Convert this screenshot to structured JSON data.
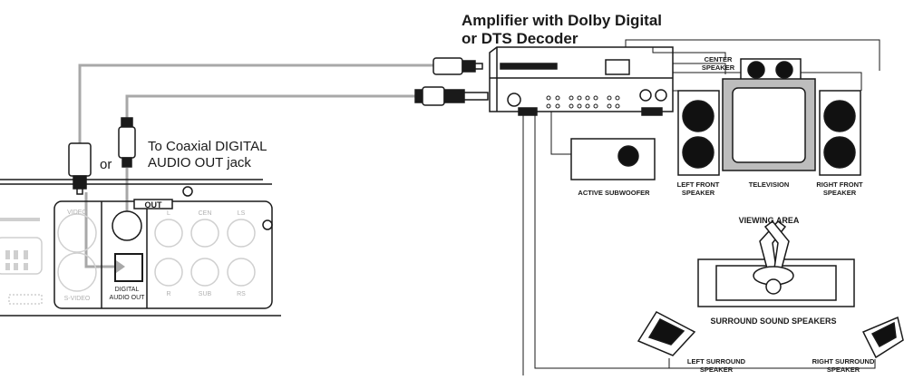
{
  "labels": {
    "amp_line1": "Amplifier with Dolby Digital",
    "amp_line2": "or DTS Decoder",
    "coax_line1": "To Coaxial DIGITAL",
    "coax_line2": "AUDIO OUT jack",
    "or": "or",
    "out": "OUT",
    "center_speaker_line1": "CENTER",
    "center_speaker_line2": "SPEAKER",
    "active_subwoofer": "ACTIVE SUBWOOFER",
    "left_front_line1": "LEFT FRONT",
    "left_front_line2": "SPEAKER",
    "television": "TELEVISION",
    "right_front_line1": "RIGHT FRONT",
    "right_front_line2": "SPEAKER",
    "viewing_area": "VIEWING AREA",
    "surround_speakers": "SURROUND SOUND SPEAKERS",
    "left_surround_line1": "LEFT SURROUND",
    "left_surround_line2": "SPEAKER",
    "right_surround_line1": "RIGHT SURROUND",
    "right_surround_line2": "SPEAKER"
  },
  "jack_labels": {
    "video": "VIDEO",
    "svideo": "S-VIDEO",
    "digital_line1": "DIGITAL",
    "digital_line2": "AUDIO OUT",
    "l": "L",
    "cen": "CEN",
    "ls": "LS",
    "r": "R",
    "sub": "SUB",
    "rs": "RS"
  },
  "colors": {
    "cable": "#a8a8a8",
    "line": "#1a1a1a",
    "speaker_fill": "#111111",
    "tv_screen": "#bdbdbd"
  }
}
